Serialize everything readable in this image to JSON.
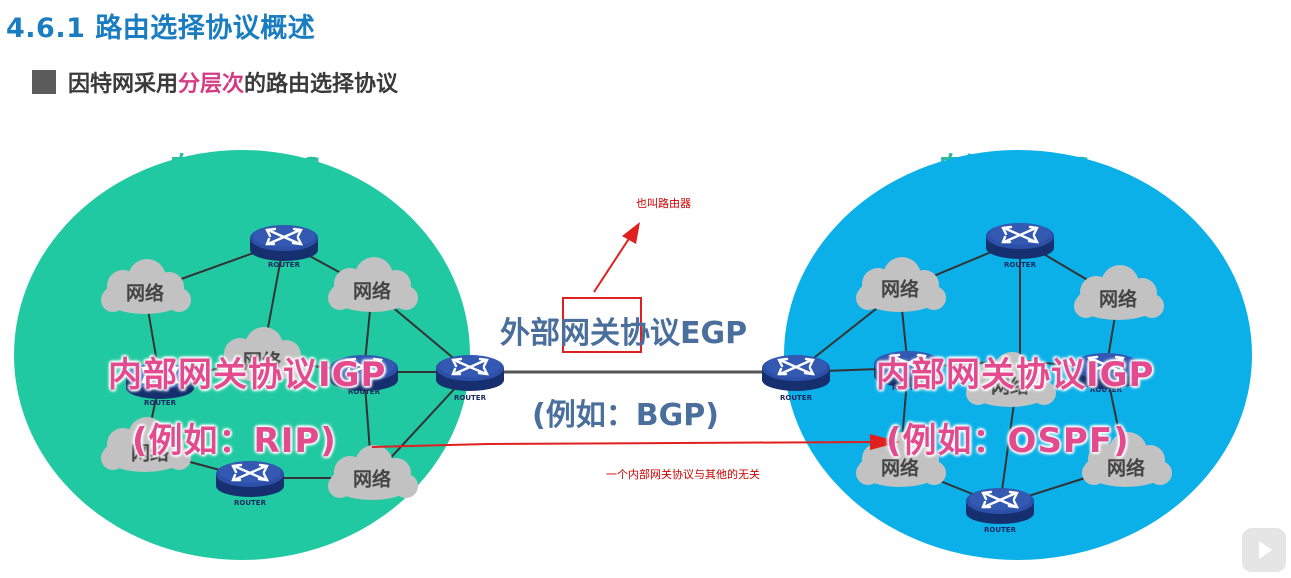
{
  "slide": {
    "title": "4.6.1 路由选择协议概述",
    "bullet": {
      "pre": "因特网采用",
      "emphasis": "分层次",
      "post": "的路由选择协议"
    }
  },
  "as_left": {
    "label": "自治系统AS",
    "igp": "内部网关协议IGP",
    "igp_example": "(例如：RIP)",
    "clouds": [
      "网络",
      "网络",
      "网络",
      "网络",
      "网络"
    ]
  },
  "as_right": {
    "label": "自治系统AS",
    "igp": "内部网关协议IGP",
    "igp_example": "(例如：OSPF)",
    "clouds": [
      "网络",
      "网络",
      "网络",
      "网络",
      "网络"
    ]
  },
  "egp": {
    "label": "外部网关协议EGP",
    "example": "(例如：BGP)"
  },
  "router_label": "ROUTER",
  "annotations": {
    "router_note": "也叫路由器",
    "igp_note": "一个内部网关协议与其他的无关"
  },
  "colors": {
    "title": "#1a7cc1",
    "as_left_fill": "#20c9a1",
    "as_right_fill": "#0bb0e8",
    "as_label": "#2dbb9e",
    "igp_text": "#e44a8e",
    "egp_text": "#4a6f9c",
    "annotation": "#cc0000",
    "router_body": "#1f3f96"
  },
  "icons": {
    "router": "router-icon",
    "network": "cloud-icon",
    "player": "play-icon"
  }
}
